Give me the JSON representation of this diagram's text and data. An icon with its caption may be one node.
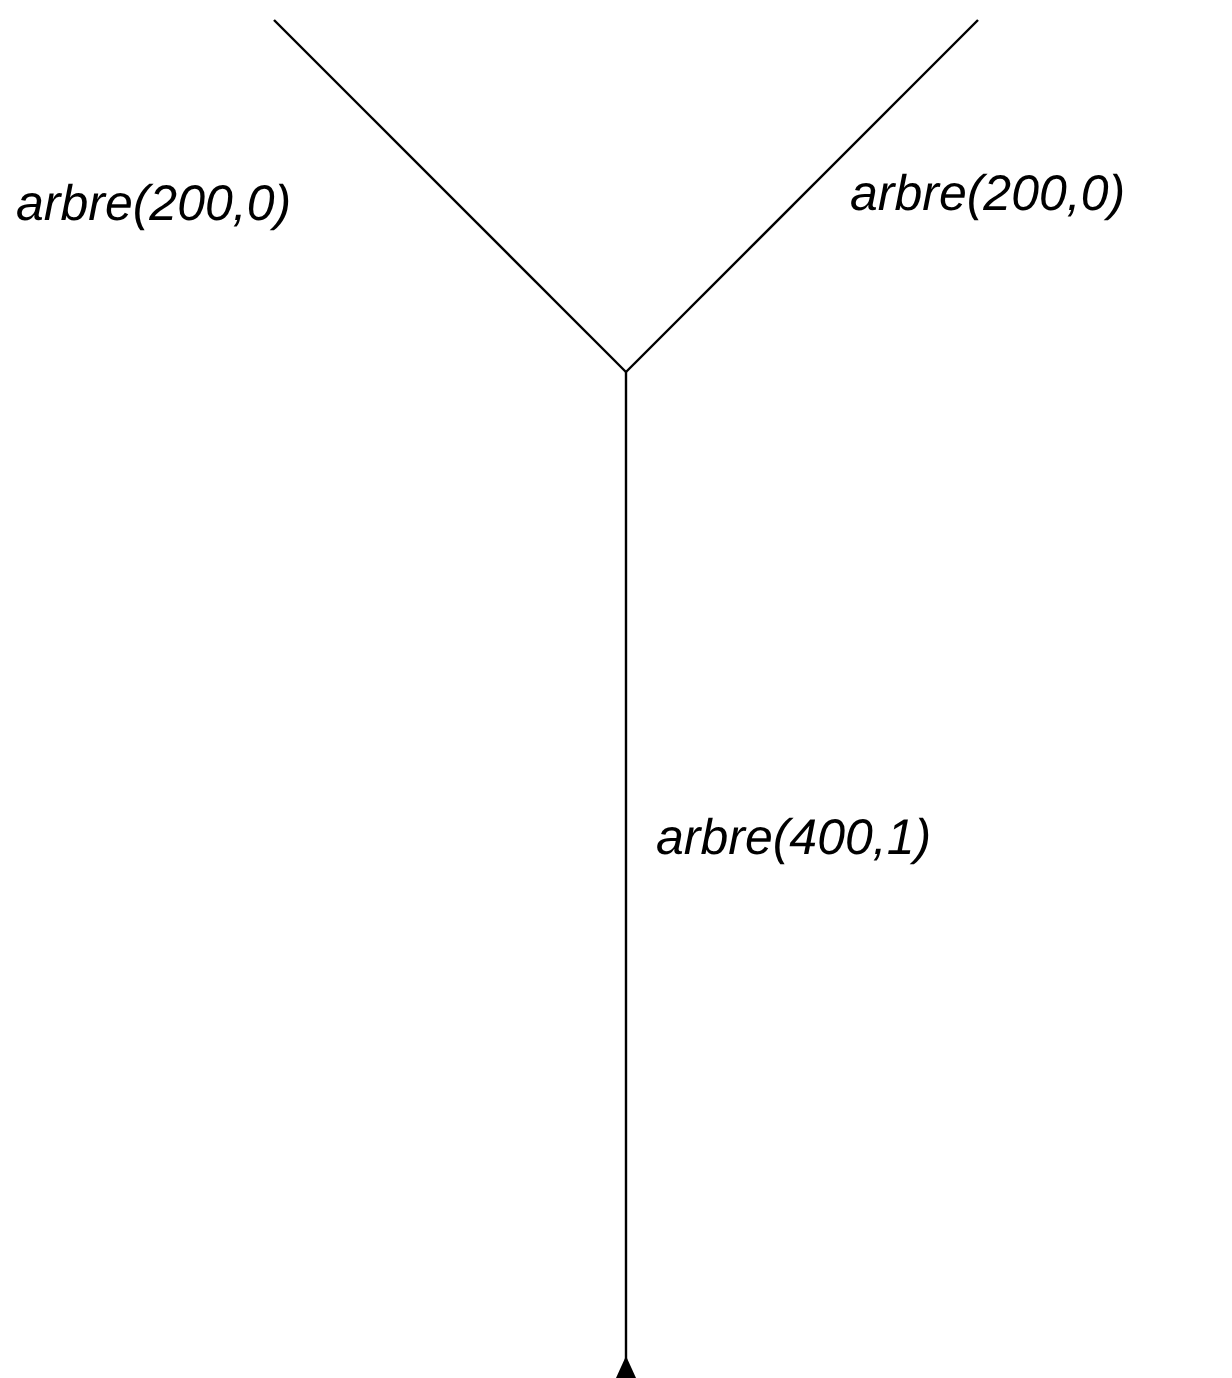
{
  "diagram": {
    "labels": [
      "arbre(200,0)",
      "arbre(200,0)",
      "arbre(400,1)"
    ]
  }
}
